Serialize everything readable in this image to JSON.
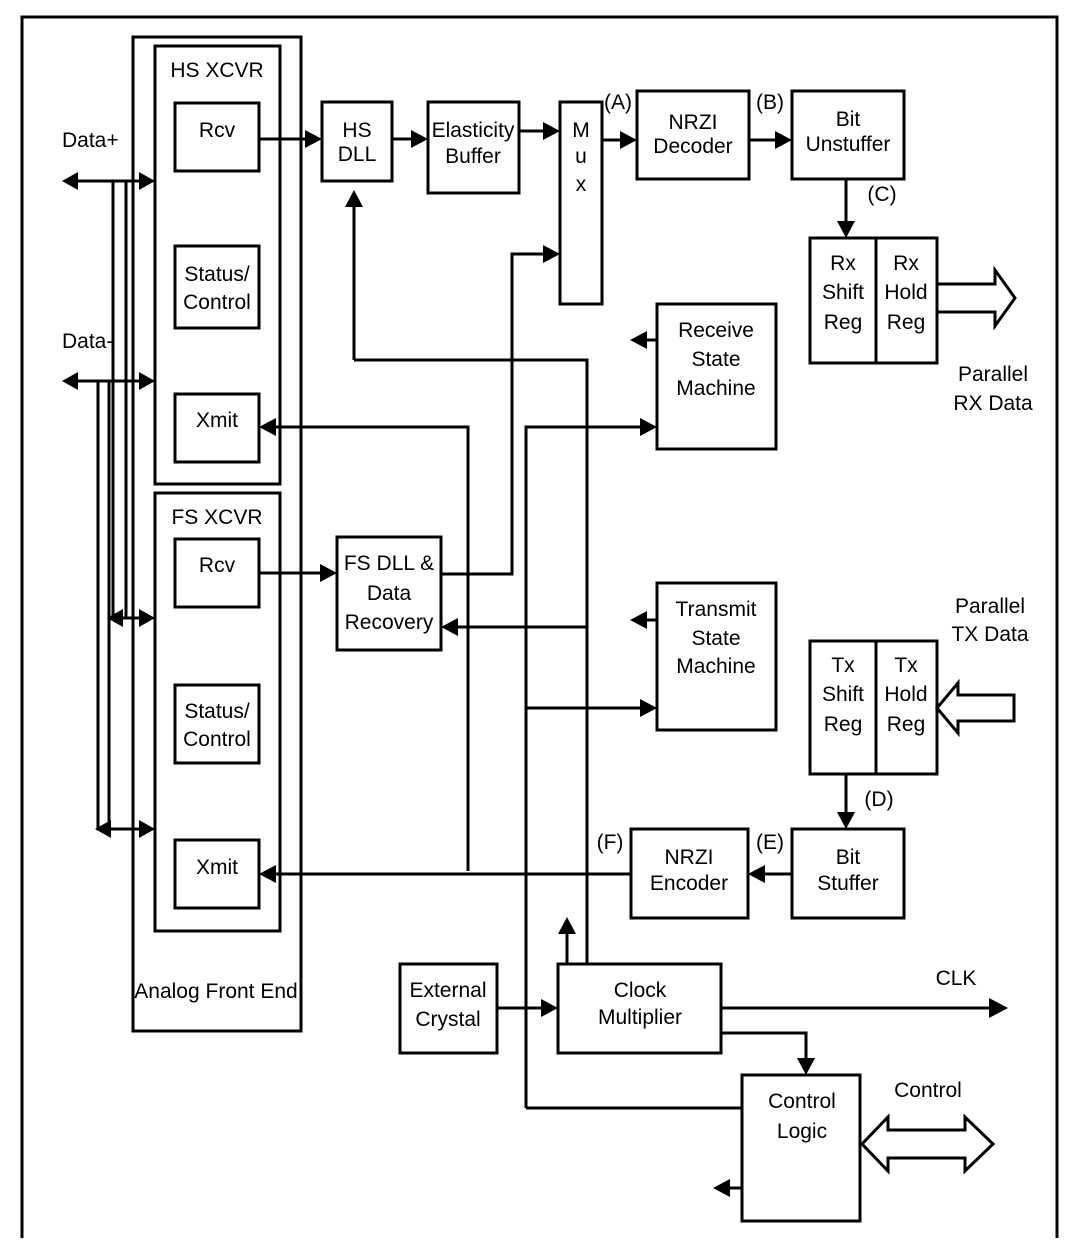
{
  "blocks": {
    "hs_xcvr": "HS XCVR",
    "fs_xcvr": "FS XCVR",
    "analog_front_end": "Analog Front End",
    "hs_rcv": "Rcv",
    "hs_status": [
      "Status/",
      "Control"
    ],
    "hs_xmit": "Xmit",
    "fs_rcv": "Rcv",
    "fs_status": [
      "Status/",
      "Control"
    ],
    "fs_xmit": "Xmit",
    "hs_dll": [
      "HS",
      "DLL"
    ],
    "elasticity_buffer": [
      "Elasticity",
      "Buffer"
    ],
    "mux": [
      "M",
      "u",
      "x"
    ],
    "nrzi_decoder": [
      "NRZI",
      "Decoder"
    ],
    "bit_unstuffer": [
      "Bit",
      "Unstuffer"
    ],
    "rx_shift_reg": [
      "Rx",
      "Shift",
      "Reg"
    ],
    "rx_hold_reg": [
      "Rx",
      "Hold",
      "Reg"
    ],
    "receive_state_machine": [
      "Receive",
      "State",
      "Machine"
    ],
    "fs_dll": [
      "FS DLL &",
      "Data",
      "Recovery"
    ],
    "transmit_state_machine": [
      "Transmit",
      "State",
      "Machine"
    ],
    "tx_shift_reg": [
      "Tx",
      "Shift",
      "Reg"
    ],
    "tx_hold_reg": [
      "Tx",
      "Hold",
      "Reg"
    ],
    "nrzi_encoder": [
      "NRZI",
      "Encoder"
    ],
    "bit_stuffer": [
      "Bit",
      "Stuffer"
    ],
    "external_crystal": [
      "External",
      "Crystal"
    ],
    "clock_multiplier": [
      "Clock",
      "Multiplier"
    ],
    "control_logic": [
      "Control",
      "Logic"
    ]
  },
  "signals": {
    "data_plus": "Data+",
    "data_minus": "Data-",
    "parallel_rx": [
      "Parallel",
      "RX Data"
    ],
    "parallel_tx": [
      "Parallel",
      "TX Data"
    ],
    "clk": "CLK",
    "control": "Control"
  },
  "markers": {
    "a": "(A)",
    "b": "(B)",
    "c": "(C)",
    "d": "(D)",
    "e": "(E)",
    "f": "(F)"
  }
}
